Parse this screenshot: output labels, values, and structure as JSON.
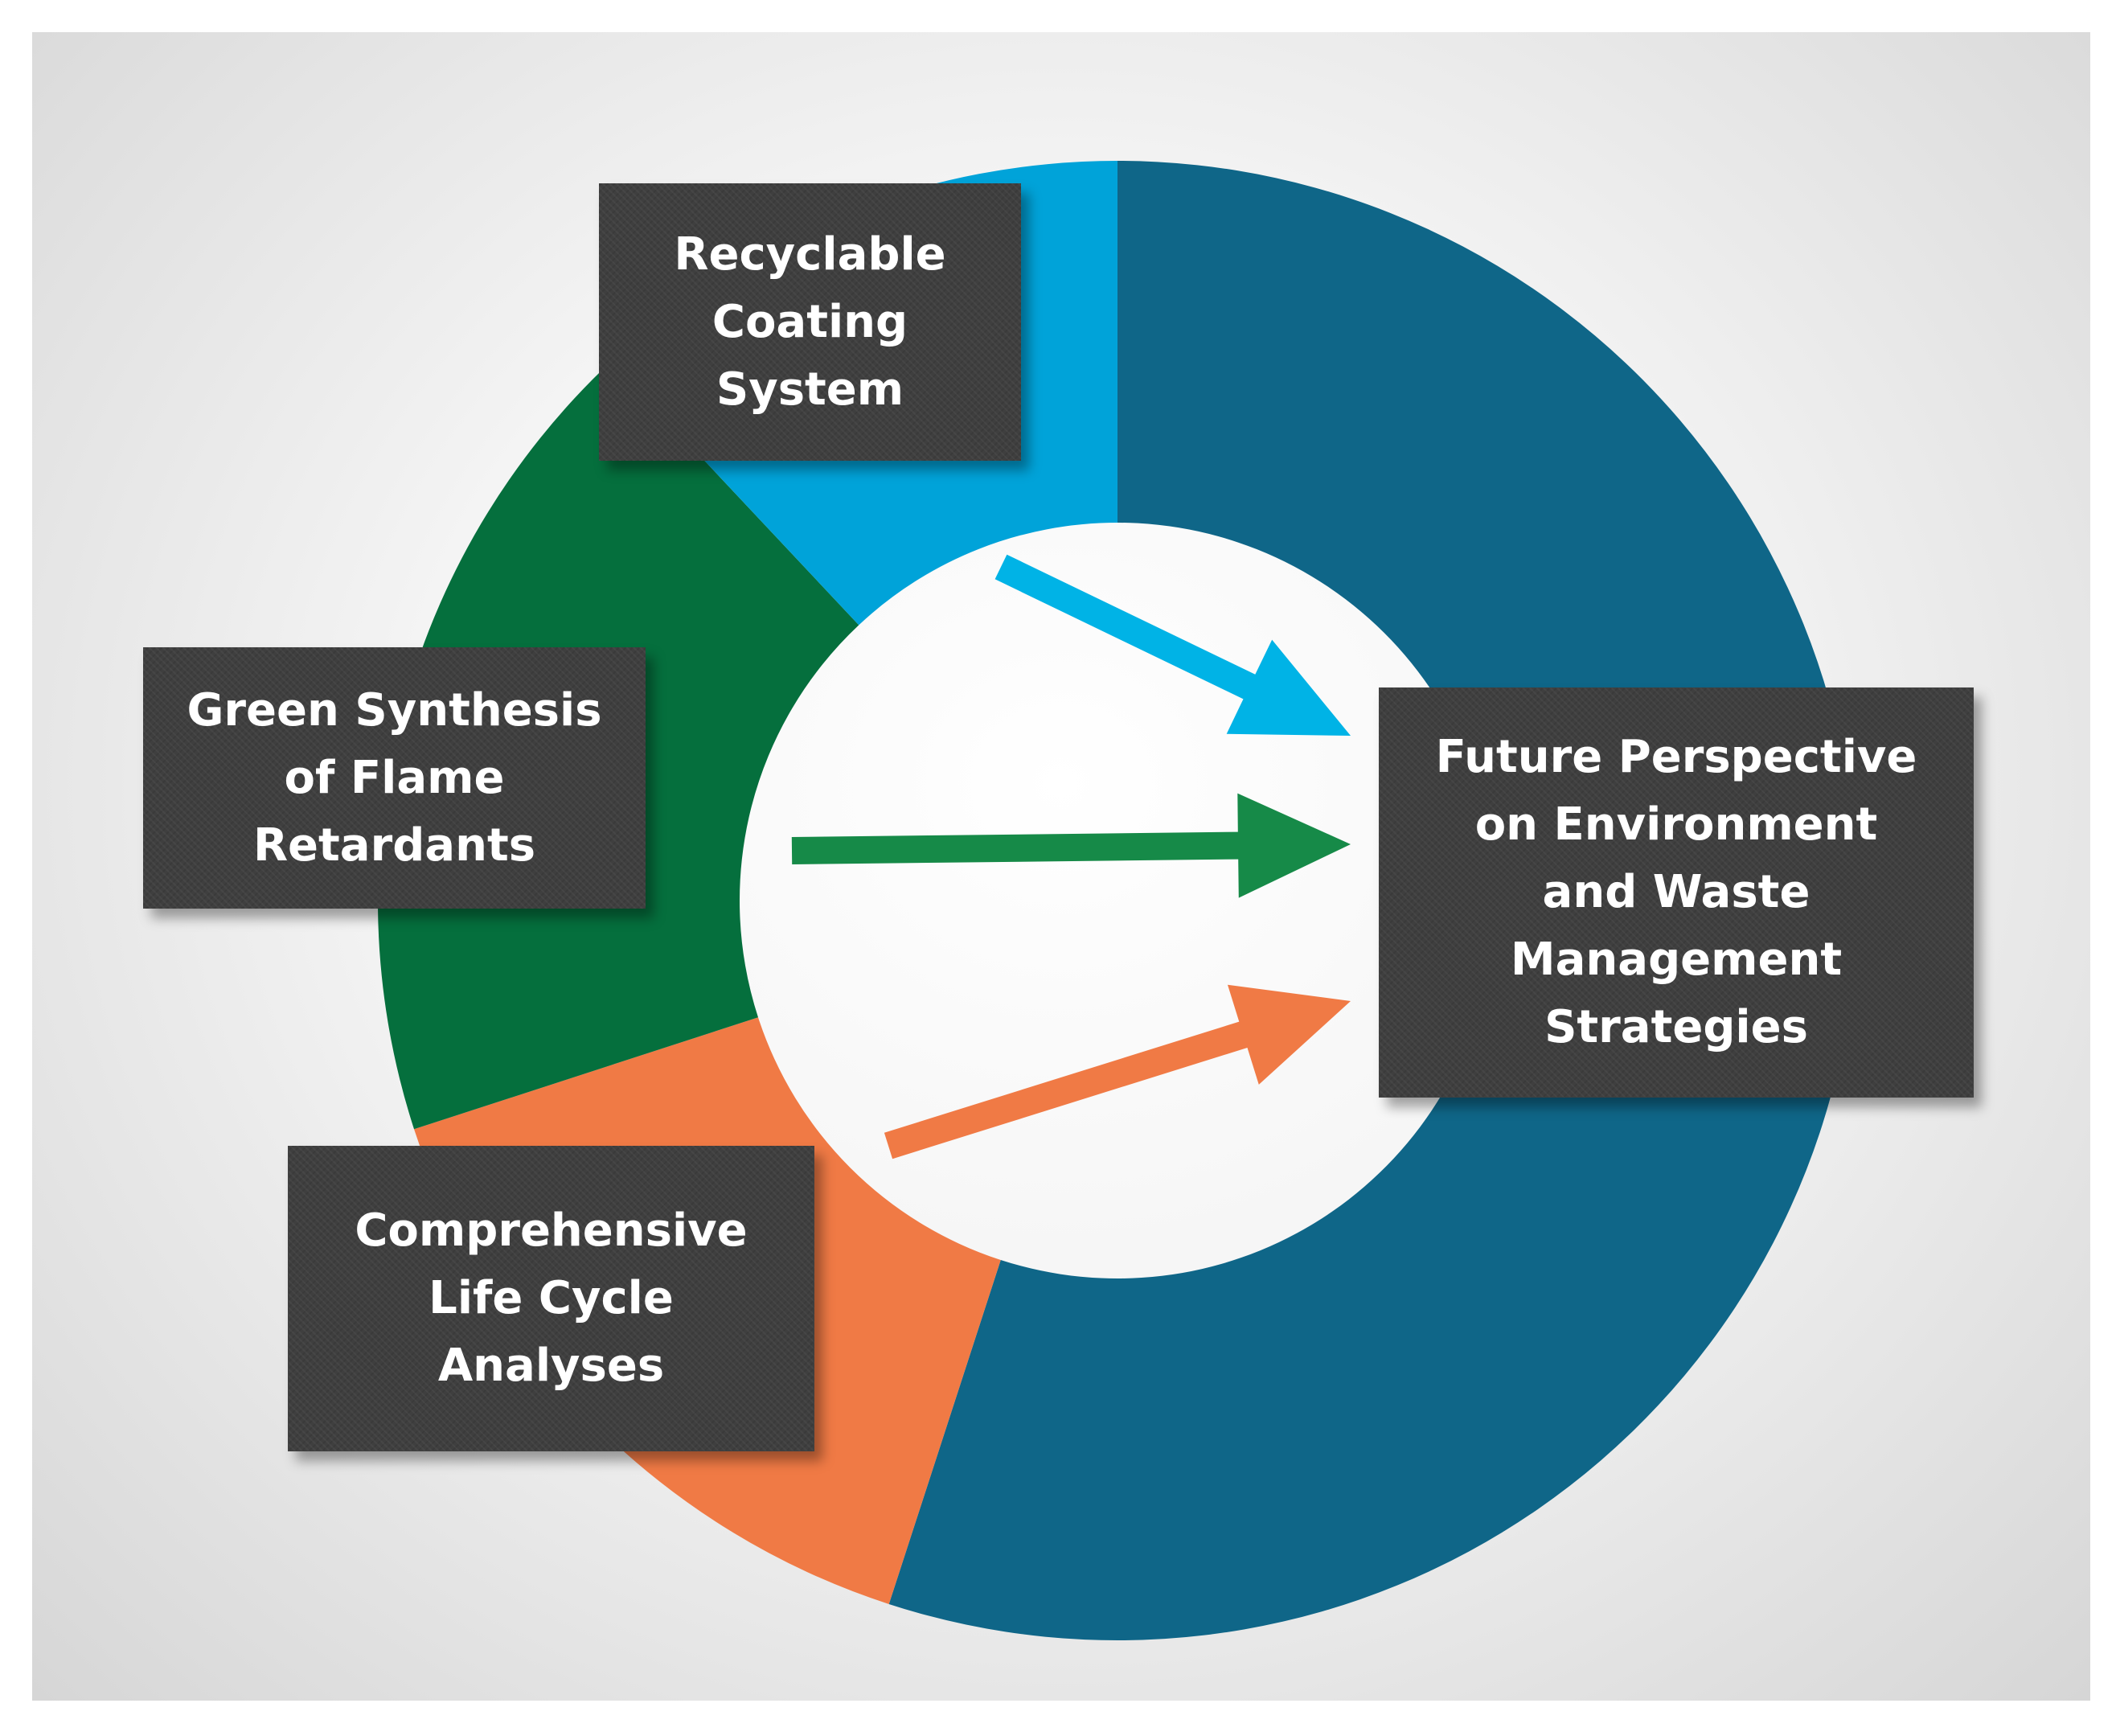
{
  "segments": [
    {
      "id": "future",
      "value": 55,
      "color": "#0f6688"
    },
    {
      "id": "lca",
      "value": 15,
      "color": "#f07a45"
    },
    {
      "id": "green",
      "value": 18,
      "color": "#056f3d"
    },
    {
      "id": "recyclable",
      "value": 12,
      "color": "#00a3d9"
    }
  ],
  "labels": {
    "recyclable": "Recyclable\nCoating\nSystem",
    "green": "Green Synthesis\nof Flame\nRetardants",
    "lca": "Comprehensive\nLife Cycle\nAnalyses",
    "future": "Future Perspective\non Environment\nand Waste\nManagement\nStrategies"
  },
  "arrows": [
    {
      "id": "arrow-blue",
      "color": "#00b3e6"
    },
    {
      "id": "arrow-green",
      "color": "#168a48"
    },
    {
      "id": "arrow-orange",
      "color": "#f07a45"
    }
  ]
}
